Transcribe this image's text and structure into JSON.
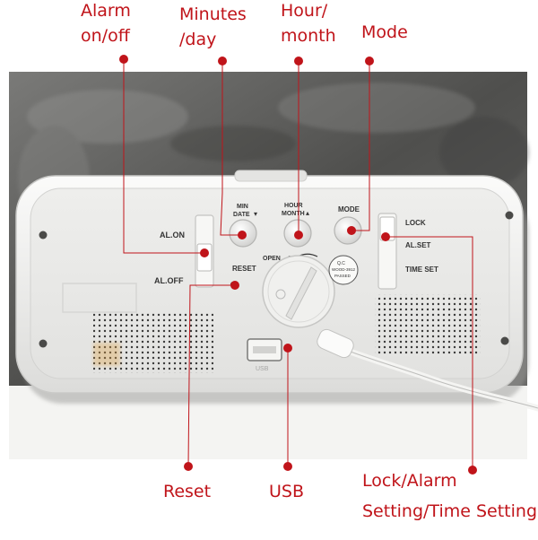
{
  "callouts": {
    "alarm_onoff": [
      "Alarm",
      "on/off"
    ],
    "minutes_day": [
      "Minutes",
      "/day"
    ],
    "hour_month": [
      "Hour/",
      "month"
    ],
    "mode": "Mode",
    "reset": "Reset",
    "usb": "USB",
    "lock_alarm_time": [
      "Lock/Alarm",
      "Setting/Time Setting"
    ]
  },
  "device_labels": {
    "al_on": "AL.ON",
    "al_off": "AL.OFF",
    "reset": "RESET",
    "min_date": [
      "MIN",
      "DATE"
    ],
    "hour_month": [
      "HOUR",
      "MONTH"
    ],
    "mode": "MODE",
    "open": "OPEN",
    "lock": "LOCK",
    "al_set": "AL.SET",
    "time_set": "TIME SET",
    "qc_stamp": [
      "Q.C",
      "WOOD-3912",
      "PASSED"
    ],
    "usb_port": "USB"
  },
  "colors": {
    "callout_red": "#c0141a",
    "device_white": "#f1f1ef",
    "panel_gray": "#e8e8e6",
    "background_stone": "#5e5e5c"
  }
}
